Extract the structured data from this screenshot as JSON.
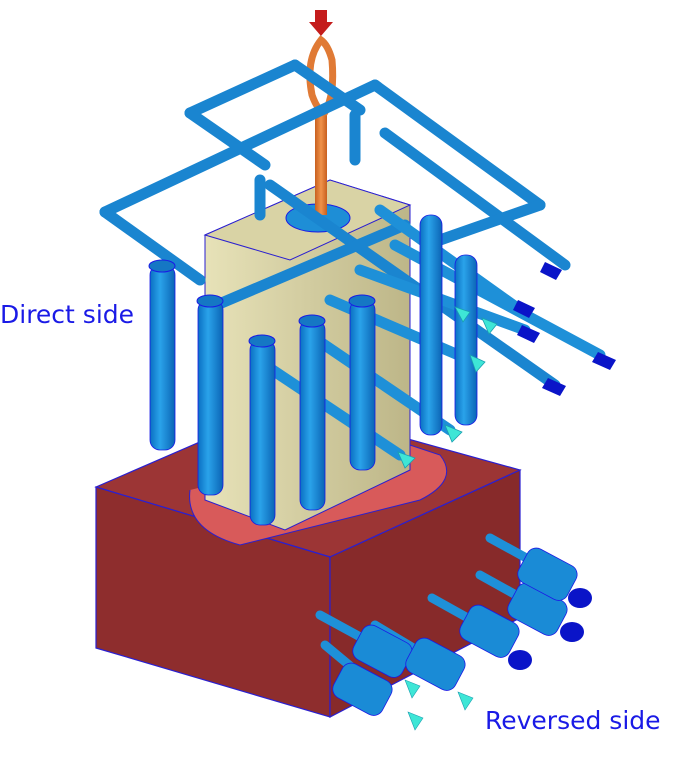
{
  "diagram": {
    "type": "3d-cad-model",
    "subject": "mold cooling channel layout",
    "labels": {
      "direct_side": "Direct side",
      "reversed_side": "Reversed side"
    },
    "components": [
      {
        "name": "inlet-marker",
        "color": "#c81e1e"
      },
      {
        "name": "sprue-runner",
        "color": "#e07a35"
      },
      {
        "name": "part-core",
        "color": "#cfc89a"
      },
      {
        "name": "mold-block",
        "color": "#983232"
      },
      {
        "name": "cooling-channels",
        "color": "#1e90d8"
      },
      {
        "name": "coolant-outlet-arrows",
        "color": "#40e0d0"
      },
      {
        "name": "coolant-inlet-fittings",
        "color": "#0a14c8"
      }
    ],
    "colors": {
      "label_text": "#1a1ae6",
      "edge_lines": "#1e1ee6",
      "background": "#ffffff"
    }
  }
}
